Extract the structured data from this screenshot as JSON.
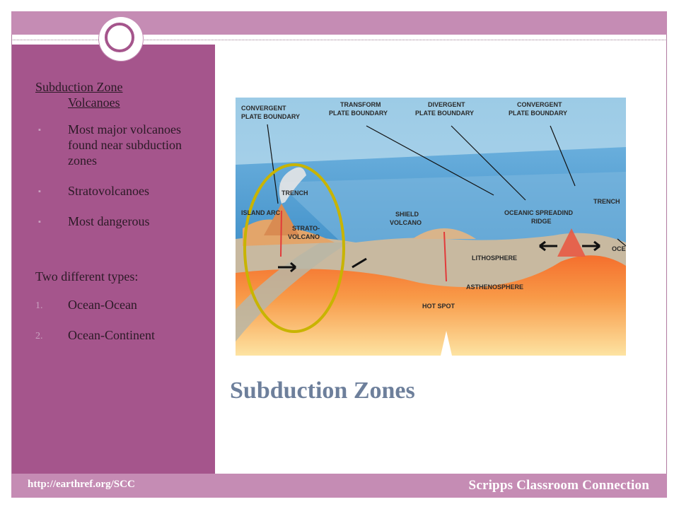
{
  "sidebar": {
    "heading_line1": "Subduction Zone",
    "heading_line2": "Volcanoes",
    "bullet_marker": "▪",
    "bullets": [
      "Most major volcanoes found near subduction zones",
      "Stratovolcanoes",
      "Most dangerous"
    ],
    "types_label": "Two different types:",
    "types": [
      {
        "num": "1.",
        "label": "Ocean-Ocean"
      },
      {
        "num": "2.",
        "label": "Ocean-Continent"
      }
    ]
  },
  "title": "Subduction Zones",
  "footer": {
    "url": "http://earthref.org/SCC",
    "brand": "Scripps Classroom Connection"
  },
  "diagram": {
    "labels": {
      "convergent_left_1": "CONVERGENT",
      "convergent_left_2": "PLATE BOUNDARY",
      "transform_1": "TRANSFORM",
      "transform_2": "PLATE BOUNDARY",
      "divergent_1": "DIVERGENT",
      "divergent_2": "PLATE BOUNDARY",
      "convergent_right_1": "CONVERGENT",
      "convergent_right_2": "PLATE BOUNDARY",
      "trench_left": "TRENCH",
      "island_arc": "ISLAND ARC",
      "strato_1": "STRATO-",
      "strato_2": "VOLCANO",
      "shield_1": "SHIELD",
      "shield_2": "VOLCANO",
      "ridge_1": "OCEANIC SPREADIND",
      "ridge_2": "RIDGE",
      "trench_right": "TRENCH",
      "oce": "OCE",
      "lithosphere": "LITHOSPHERE",
      "asthenosphere": "ASTHENOSPHERE",
      "hot_spot": "HOT SPOT"
    },
    "colors": {
      "sky": "#8fbfdc",
      "ocean": "#4d98cf",
      "lithosphere": "#c8b9a0",
      "asthenosphere": "#f6883a",
      "mantle_light": "#fbd488",
      "magma": "#e23a3a",
      "highlight_ring": "#c8b400"
    }
  },
  "theme": {
    "band": "#c58cb4",
    "sidebar": "#a5558c",
    "title": "#6d7f9b"
  }
}
